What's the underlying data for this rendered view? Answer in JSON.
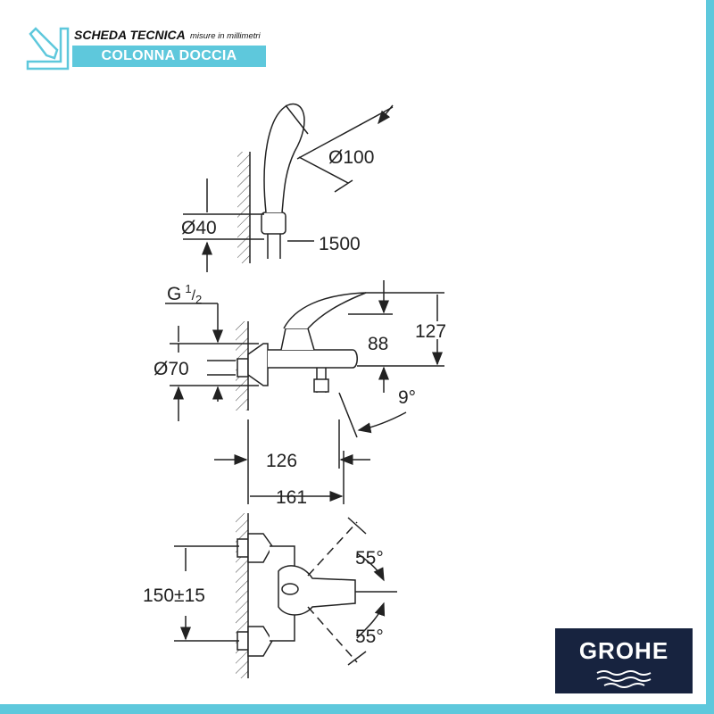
{
  "header": {
    "title": "SCHEDA TECNICA",
    "subtitle": "misure in millimetri",
    "category": "COLONNA DOCCIA",
    "icon": "ruler-pencil-icon"
  },
  "brand": {
    "name": "GROHE",
    "color": "#17233f"
  },
  "accent_color": "#5ec8dc",
  "dimensions": {
    "shower_head_diameter": "Ø100",
    "holder_diameter": "Ø40",
    "hose_length": "1500",
    "thread": "G",
    "thread_num": "1",
    "thread_den": "2",
    "escutcheon_diameter": "Ø70",
    "spout_height": "88",
    "total_height": "127",
    "spout_angle": "9°",
    "spout_projection": "126",
    "total_projection": "161",
    "center_distance": "150±15",
    "lever_angle_up": "55°",
    "lever_angle_down": "55°"
  }
}
